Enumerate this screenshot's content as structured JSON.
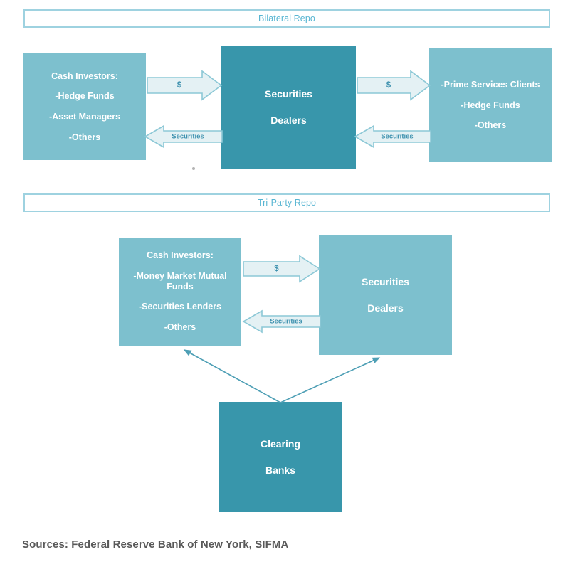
{
  "sections": [
    {
      "id": "bilateral",
      "label": "Bilateral Repo"
    },
    {
      "id": "triparty",
      "label": "Tri-Party Repo"
    }
  ],
  "bilateral": {
    "cash_investors": {
      "lines": [
        "Cash Investors:",
        "-Hedge Funds",
        "-Asset Managers",
        "-Others"
      ]
    },
    "dealers": {
      "lines": [
        "Securities",
        "Dealers"
      ]
    },
    "clients": {
      "lines": [
        "-Prime Services Clients",
        "-Hedge Funds",
        "-Others"
      ]
    },
    "arrows": {
      "cash_to_dealer": {
        "label": "$",
        "direction": "right"
      },
      "dealer_to_cash": {
        "label": "Securities",
        "direction": "left"
      },
      "dealer_to_client": {
        "label": "$",
        "direction": "right"
      },
      "client_to_dealer": {
        "label": "Securities",
        "direction": "left"
      }
    }
  },
  "triparty": {
    "cash_investors": {
      "lines": [
        "Cash Investors:",
        "-Money Market Mutual Funds",
        "-Securities Lenders",
        "-Others"
      ]
    },
    "dealers": {
      "lines": [
        "Securities",
        "Dealers"
      ]
    },
    "clearing_banks": {
      "lines": [
        "Clearing",
        "Banks"
      ]
    },
    "arrows": {
      "cash_to_dealer": {
        "label": "$",
        "direction": "right"
      },
      "dealer_to_cash": {
        "label": "Securities",
        "direction": "left"
      },
      "clearing_to_cash": {
        "label": "",
        "direction": "up-left"
      },
      "clearing_to_dealer": {
        "label": "",
        "direction": "up-right"
      }
    }
  },
  "footer": {
    "sources": "Sources: Federal Reserve Bank of New York, SIFMA"
  },
  "colors": {
    "box_light": "#7DC0CE",
    "box_dark": "#3896AB",
    "arrow_fill": "#E4F1F4",
    "arrow_stroke": "#8CC8D6",
    "header_border": "#9ED2E0",
    "header_text": "#57B5D2",
    "label_text": "#3F92AF",
    "connector_line": "#4E9FB5",
    "footer_text": "#595959"
  }
}
